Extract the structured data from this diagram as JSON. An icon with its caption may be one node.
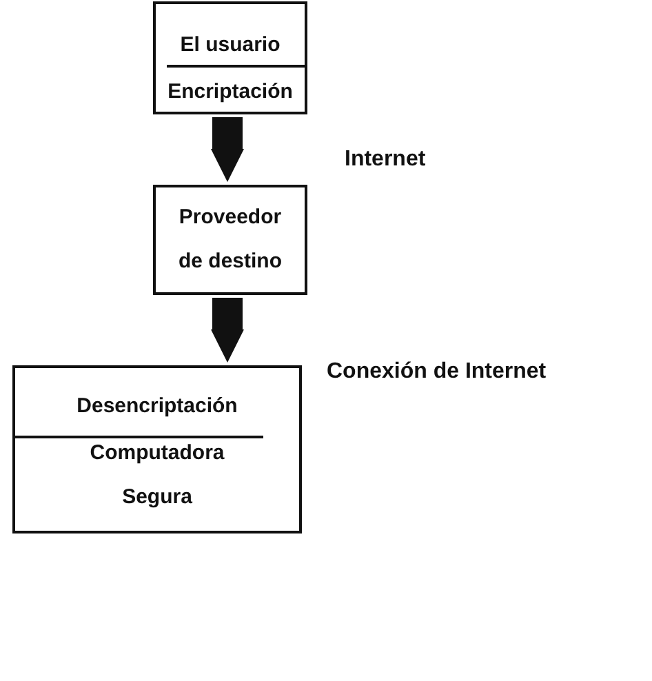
{
  "diagram": {
    "nodes": [
      {
        "text": [
          "El usuario",
          "Encriptación"
        ]
      },
      {
        "text": [
          "Proveedor de destino"
        ]
      },
      {
        "text": [
          "Desencriptación",
          "Computadora Segura"
        ]
      }
    ],
    "edges": [
      {
        "from": 0,
        "to": 1,
        "arrow": "to"
      },
      {
        "from": 1,
        "to": 2,
        "arrow": "to"
      }
    ],
    "labels": [
      "Internet",
      "Conexión de Internet"
    ]
  }
}
